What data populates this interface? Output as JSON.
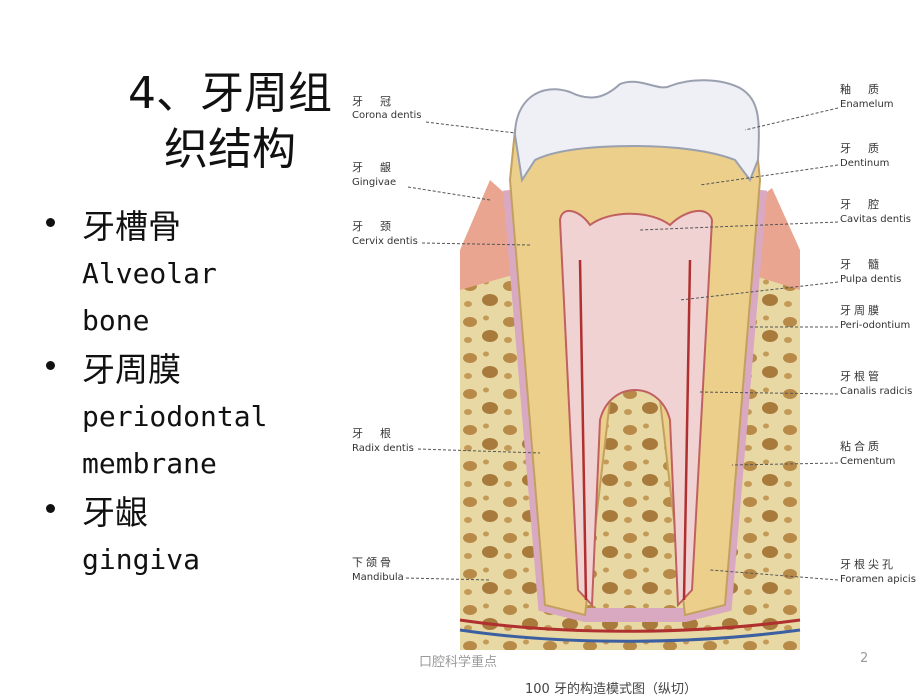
{
  "slide": {
    "title_line1": "4、牙周组",
    "title_line2": "织结构",
    "bullets": [
      {
        "zh": "牙槽骨",
        "en_lines": [
          "Alveolar",
          "bone"
        ]
      },
      {
        "zh": "牙周膜",
        "en_lines": [
          "periodontal",
          "membrane"
        ]
      },
      {
        "zh": "牙龈",
        "en_lines": [
          "gingiva"
        ]
      }
    ],
    "footer": "口腔科学重点",
    "page_number": "2",
    "caption": "100  牙的构造模式图（纵切）"
  },
  "figure": {
    "left_labels": [
      {
        "zh": "牙　冠",
        "en": "Corona dentis"
      },
      {
        "zh": "牙　龈",
        "en": "Gingivae"
      },
      {
        "zh": "牙　颈",
        "en": "Cervix dentis"
      },
      {
        "zh": "牙　根",
        "en": "Radix dentis"
      },
      {
        "zh": "下颌骨",
        "en": "Mandibula"
      }
    ],
    "right_labels": [
      {
        "zh": "釉　质",
        "en": "Enamelum"
      },
      {
        "zh": "牙　质",
        "en": "Dentinum"
      },
      {
        "zh": "牙　腔",
        "en": "Cavitas dentis"
      },
      {
        "zh": "牙　髓",
        "en": "Pulpa dentis"
      },
      {
        "zh": "牙周膜",
        "en": "Peri-odontium"
      },
      {
        "zh": "牙根管",
        "en": "Canalis radicis"
      },
      {
        "zh": "粘合质",
        "en": "Cementum"
      },
      {
        "zh": "牙根尖孔",
        "en": "Foramen apicis"
      }
    ]
  }
}
